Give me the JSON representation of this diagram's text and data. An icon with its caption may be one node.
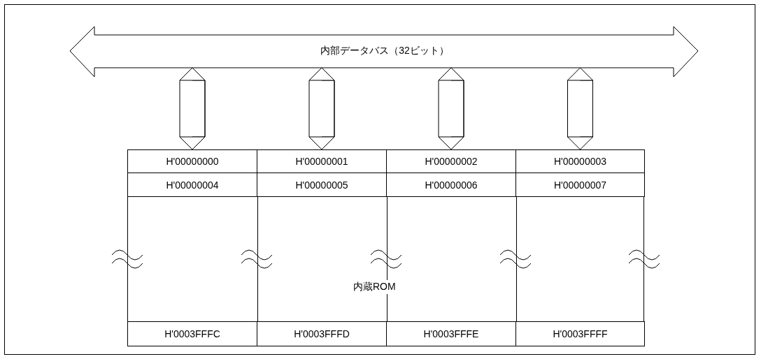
{
  "diagram": {
    "nodes": [
      {
        "text": [
          "内部データバス（32ビット）"
        ]
      },
      {
        "text": [
          "内蔵ROM"
        ]
      },
      {
        "text": [
          "H'00000000"
        ],
        "in": 1
      },
      {
        "text": [
          "H'00000001"
        ],
        "in": 1
      },
      {
        "text": [
          "H'00000002"
        ],
        "in": 1
      },
      {
        "text": [
          "H'00000003"
        ],
        "in": 1
      },
      {
        "text": [
          "H'00000004"
        ],
        "in": 1
      },
      {
        "text": [
          "H'00000005"
        ],
        "in": 1
      },
      {
        "text": [
          "H'00000006"
        ],
        "in": 1
      },
      {
        "text": [
          "H'00000007"
        ],
        "in": 1
      },
      {
        "text": [
          "H'0003FFFC"
        ],
        "in": 1
      },
      {
        "text": [
          "H'0003FFFD"
        ],
        "in": 1
      },
      {
        "text": [
          "H'0003FFFE"
        ],
        "in": 1
      },
      {
        "text": [
          "H'0003FFFF"
        ],
        "in": 1
      }
    ],
    "edges": [
      {
        "from": 0,
        "to": 2,
        "arrow": "both"
      },
      {
        "from": 0,
        "to": 3,
        "arrow": "both"
      },
      {
        "from": 0,
        "to": 4,
        "arrow": "both"
      },
      {
        "from": 0,
        "to": 5,
        "arrow": "both"
      }
    ]
  }
}
